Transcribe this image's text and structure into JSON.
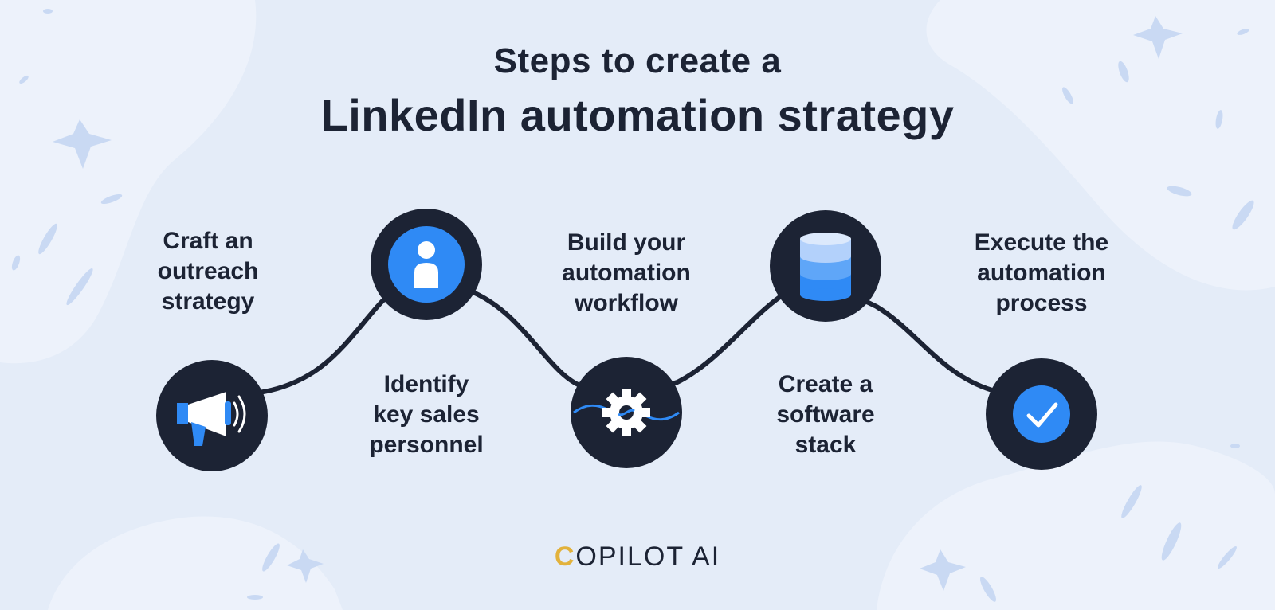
{
  "title": {
    "line1": "Steps to create a",
    "line2": "LinkedIn automation strategy"
  },
  "steps": [
    {
      "label": "Craft an\noutreach\nstrategy",
      "icon": "megaphone-icon"
    },
    {
      "label": "Identify\nkey sales\npersonnel",
      "icon": "person-icon"
    },
    {
      "label": "Build your\nautomation\nworkflow",
      "icon": "gear-icon"
    },
    {
      "label": "Create a\nsoftware\nstack",
      "icon": "database-icon"
    },
    {
      "label": "Execute the\nautomation\nprocess",
      "icon": "checkmark-icon"
    }
  ],
  "brand": {
    "first_letter": "C",
    "rest": "OPILOT AI"
  },
  "colors": {
    "background": "#e4ecf8",
    "node": "#1c2334",
    "accent_blue": "#2f8af5",
    "brand_gold": "#e2b23c"
  }
}
